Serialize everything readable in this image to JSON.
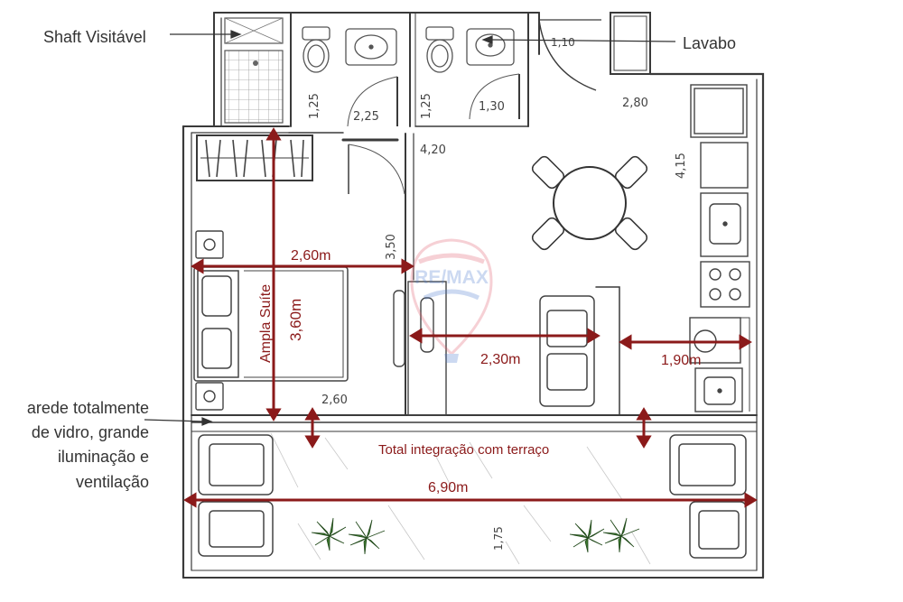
{
  "callouts": {
    "shaft": "Shaft Visitável",
    "lavabo": "Lavabo",
    "glass_line1": "arede totalmente",
    "glass_line2": "de vidro, grande",
    "glass_line3": "iluminação e",
    "glass_line4": "ventilação"
  },
  "dimensions": {
    "shower_depth": "1,25",
    "bath_width": "2,25",
    "lavabo_depth": "1,25",
    "lavabo_door": "1,30",
    "entry_door": "1,10",
    "hall_width": "2,80",
    "kitchen_length": "4,15",
    "bedroom_height": "3,50",
    "living_width": "4,20",
    "bedroom_width": "2,60",
    "terrace_depth": "1,75"
  },
  "highlights": {
    "suite_width": "2,60m",
    "suite_depth": "3,60m",
    "suite_label": "Ampla Suíte",
    "living_width": "2,30m",
    "kitchen_width": "1,90m",
    "integration": "Total integração com terraço",
    "terrace_width": "6,90m"
  },
  "watermark": "RE/MAX",
  "colors": {
    "accent": "#8b1a1a",
    "wall": "#3a3a3a",
    "sketch": "#555555",
    "callout_text": "#333333",
    "watermark": "#e05a6a"
  },
  "icons": [
    "plant-icon",
    "toilet-icon",
    "sink-icon",
    "stove-icon",
    "dining-table-icon",
    "sofa-icon",
    "bed-icon",
    "armchair-icon"
  ]
}
